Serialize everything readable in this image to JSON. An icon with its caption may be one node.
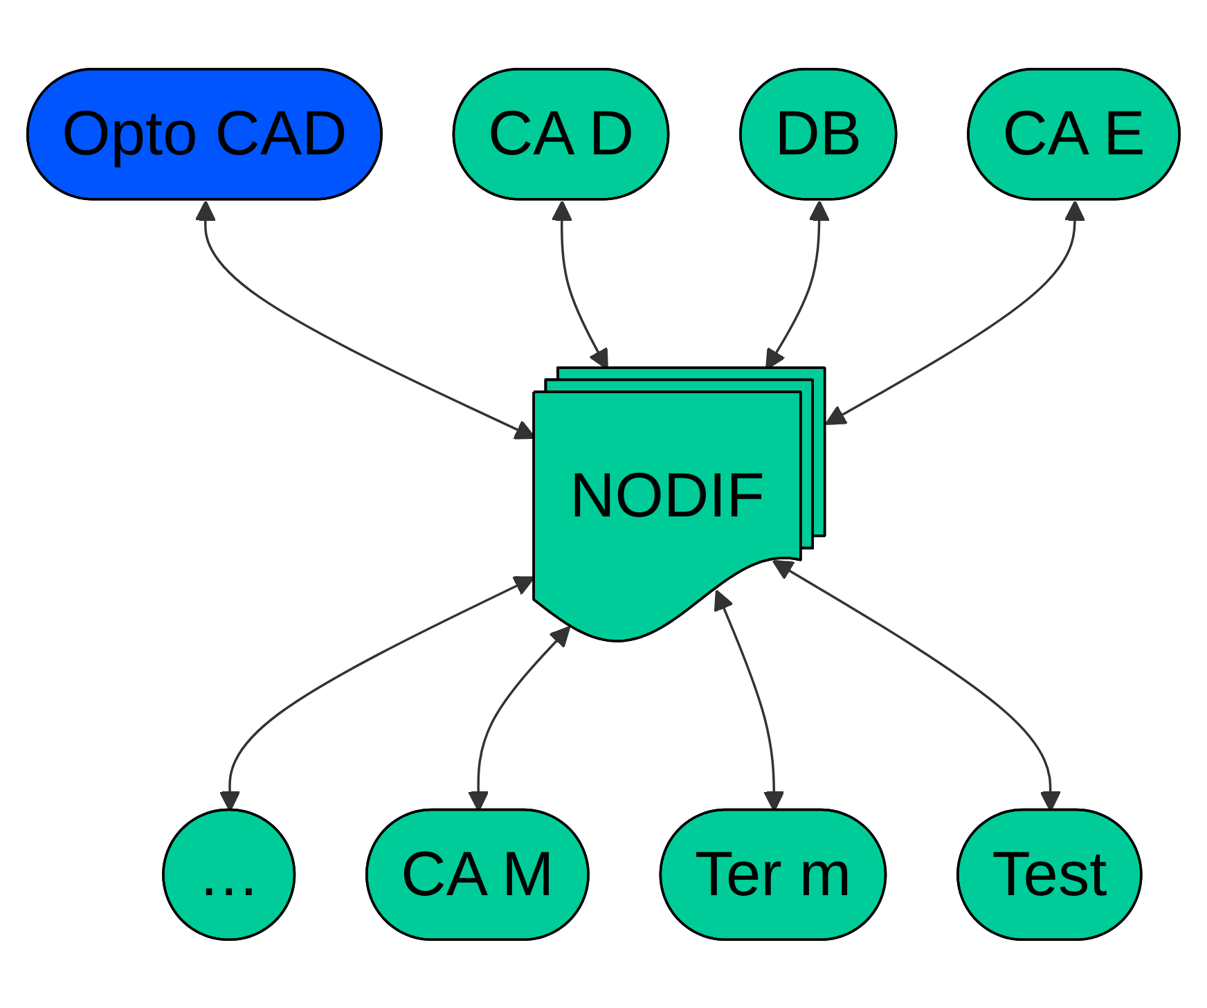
{
  "diagram": {
    "nodes": [
      {
        "text": [
          "Opto CAD"
        ]
      },
      {
        "text": [
          "CA D"
        ]
      },
      {
        "text": [
          "DB"
        ]
      },
      {
        "text": [
          "CA E"
        ]
      },
      {
        "text": [
          "NODIF"
        ]
      },
      {
        "text": [
          "…"
        ]
      },
      {
        "text": [
          "CA M"
        ]
      },
      {
        "text": [
          "Ter m"
        ]
      },
      {
        "text": [
          "Test"
        ]
      }
    ],
    "edges": [
      {
        "from": 0,
        "to": 4,
        "arrow": "both"
      },
      {
        "from": 1,
        "to": 4,
        "arrow": "both"
      },
      {
        "from": 2,
        "to": 4,
        "arrow": "both"
      },
      {
        "from": 3,
        "to": 4,
        "arrow": "both"
      },
      {
        "from": 4,
        "to": 5,
        "arrow": "both"
      },
      {
        "from": 4,
        "to": 6,
        "arrow": "both"
      },
      {
        "from": 4,
        "to": 7,
        "arrow": "both"
      },
      {
        "from": 4,
        "to": 8,
        "arrow": "both"
      }
    ]
  }
}
